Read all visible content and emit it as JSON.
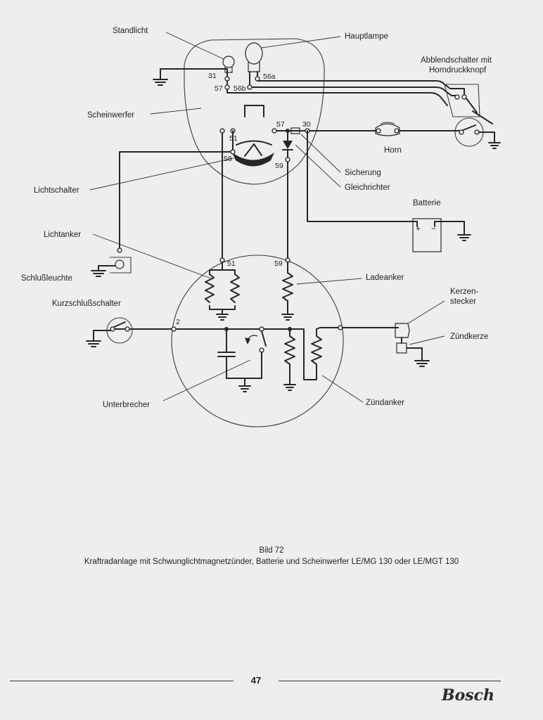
{
  "labels": {
    "standlicht": "Standlicht",
    "hauptlampe": "Hauptlampe",
    "abblend1": "Abblendschalter mit",
    "abblend2": "Horndruckknopf",
    "scheinwerfer": "Scheinwerfer",
    "horn": "Horn",
    "sicherung": "Sicherung",
    "gleichrichter": "Gleichrichter",
    "lichtschalter": "Lichtschalter",
    "batterie": "Batterie",
    "lichtanker": "Lichtanker",
    "schlussleuchte": "Schlußleuchte",
    "ladeanker": "Ladeanker",
    "kerzen1": "Kerzen-",
    "kerzen2": "stecker",
    "kurzschluss": "Kurzschlußschalter",
    "zuendkerze": "Zündkerze",
    "unterbrecher": "Unterbrecher",
    "zuendanker": "Zündanker"
  },
  "terminals": {
    "t31": "31",
    "t57a": "57",
    "t56b": "56b",
    "t56a": "56a",
    "t51a": "51",
    "t57b": "57",
    "t30": "30",
    "t58": "58",
    "t59a": "59",
    "t51b": "51",
    "t59b": "59",
    "t2": "2"
  },
  "battery_signs": {
    "plus": "+",
    "minus": "−"
  },
  "caption": {
    "figure": "Bild 72",
    "text": "Kraftradanlage mit Schwunglichtmagnetzünder, Batterie und Scheinwerfer LE/MG 130 oder LE/MGT 130"
  },
  "page_number": "47",
  "brand": "Bosch"
}
